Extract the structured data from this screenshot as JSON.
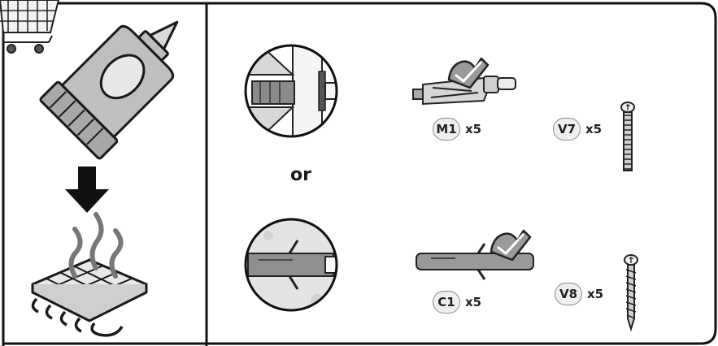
{
  "separator": "or",
  "parts": [
    {
      "code": "M1",
      "qty": "x5"
    },
    {
      "code": "V7",
      "qty": "x5"
    },
    {
      "code": "C1",
      "qty": "x5"
    },
    {
      "code": "V8",
      "qty": "x5"
    }
  ]
}
